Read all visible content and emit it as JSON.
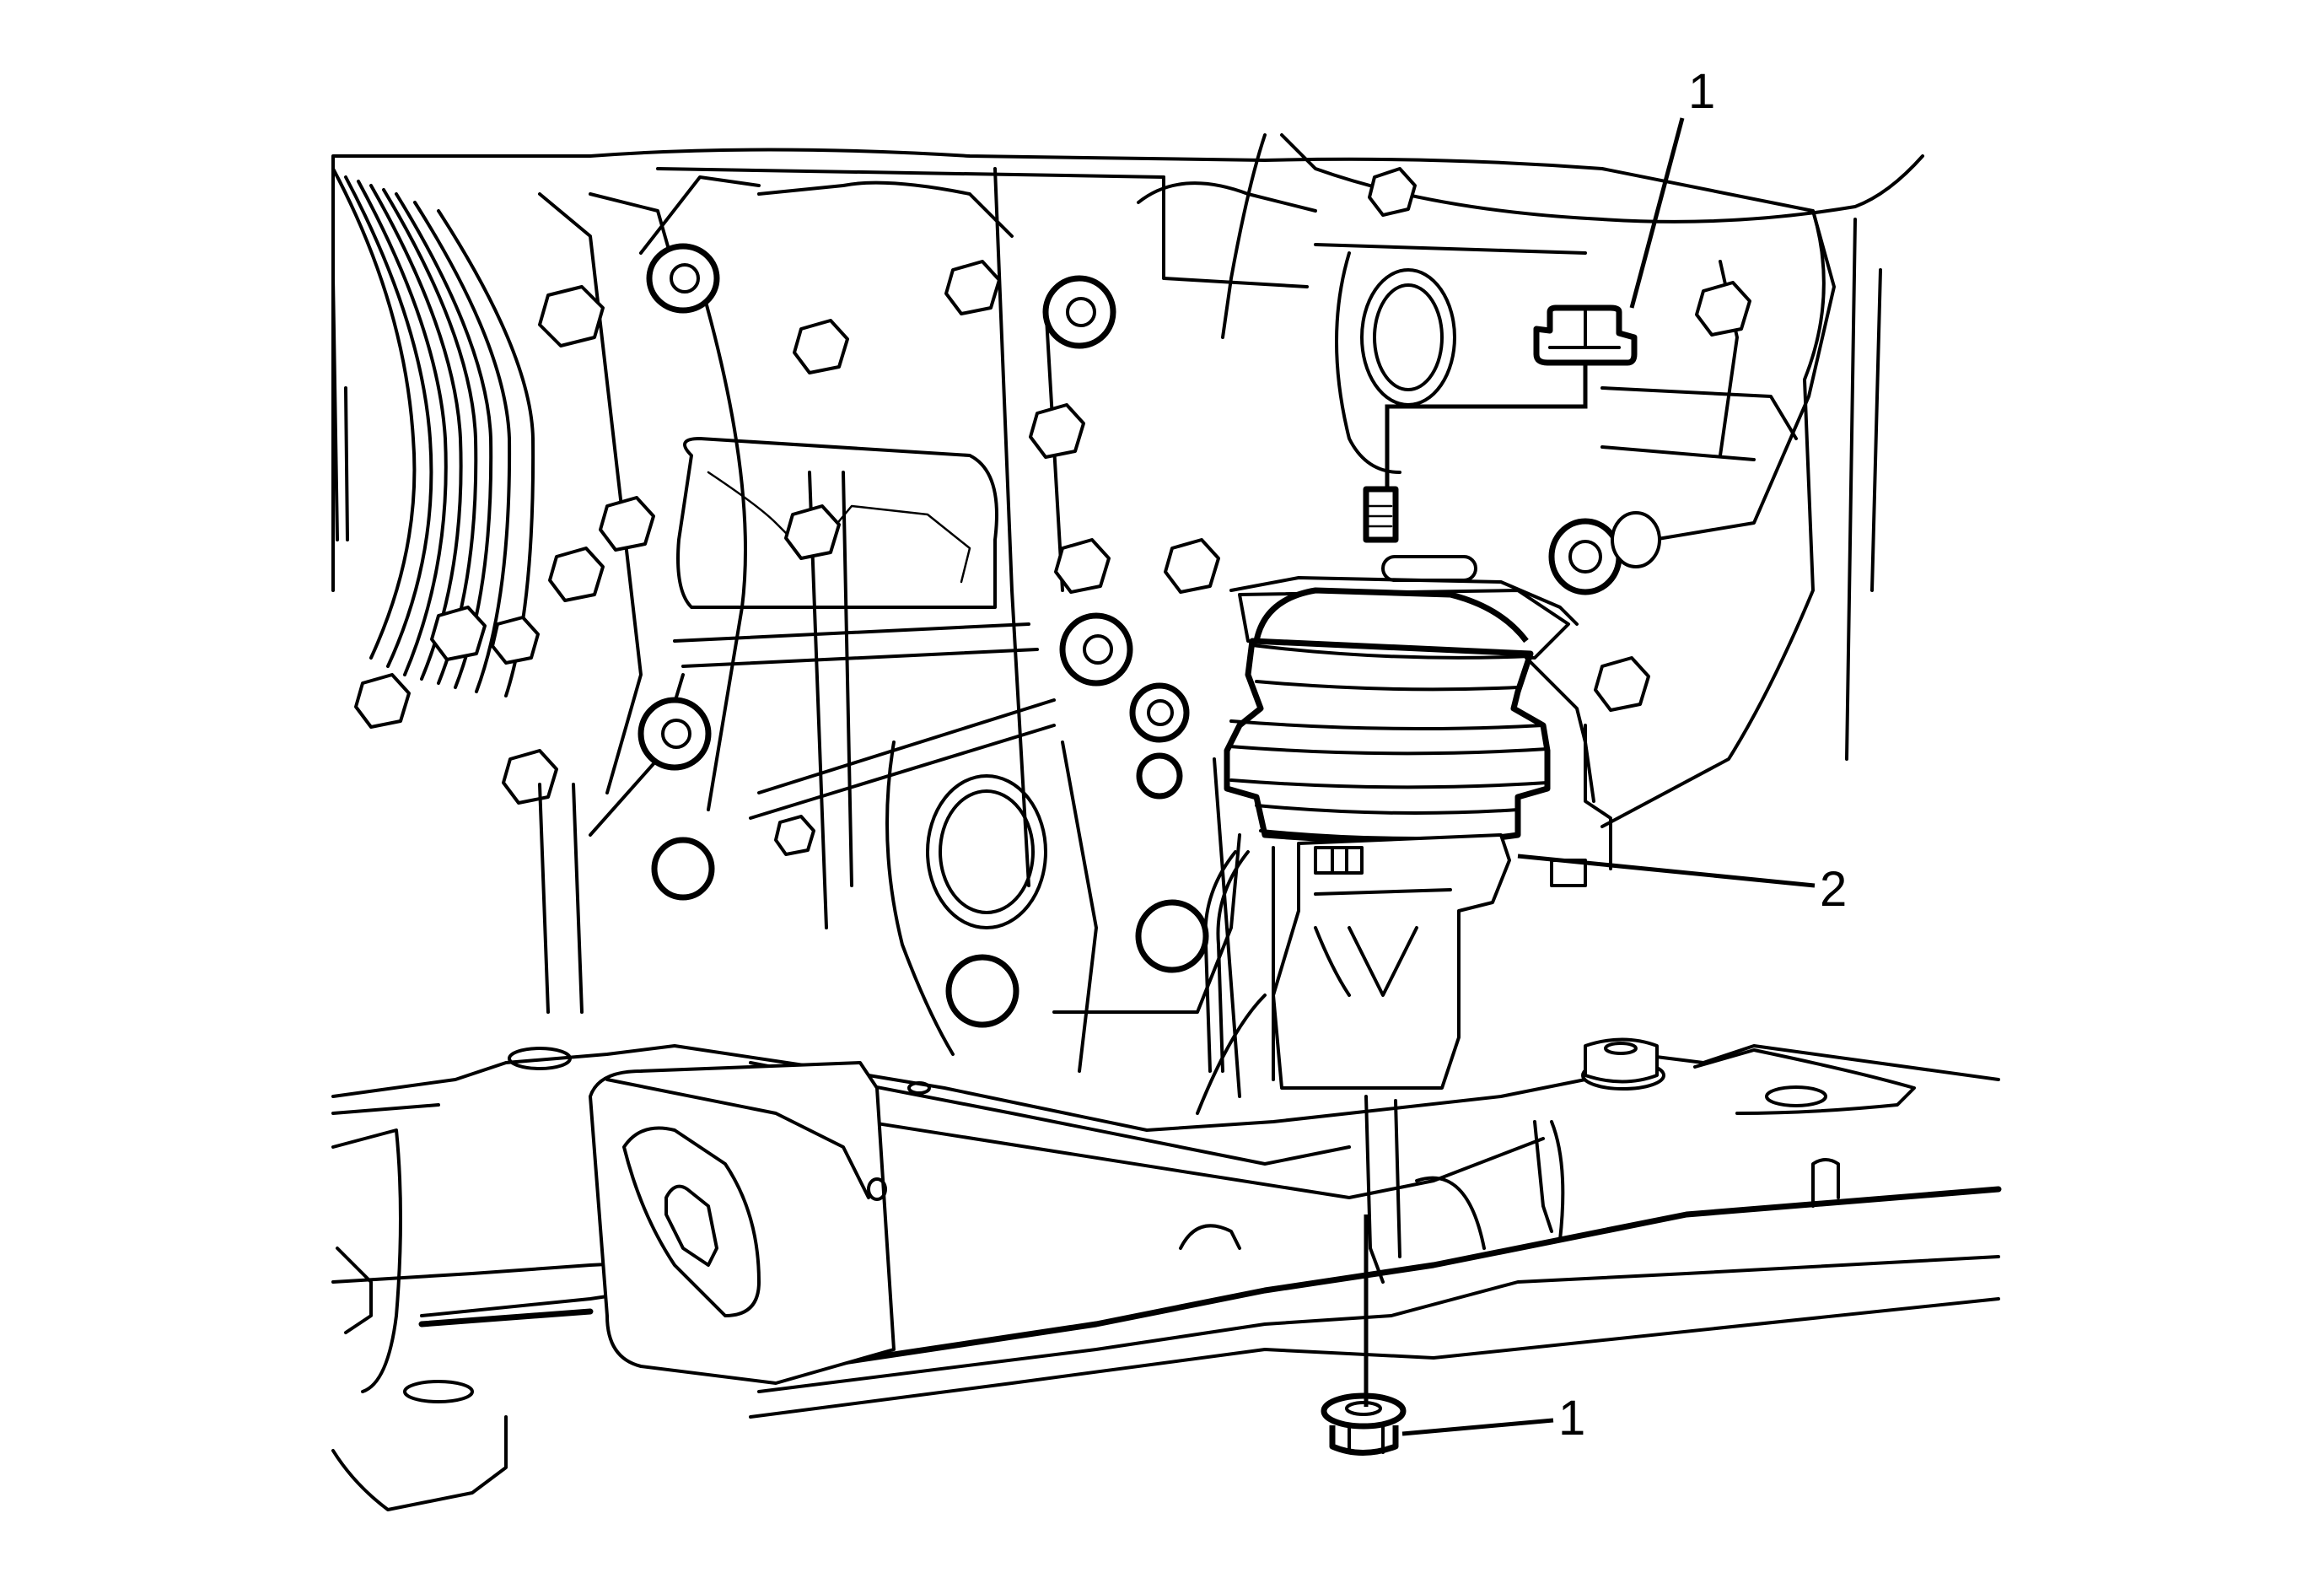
{
  "figure": {
    "subject": "Engine mount and front subframe — line-art service illustration",
    "background_color": "#ffffff",
    "line_color": "#000000"
  },
  "callouts": [
    {
      "id": "callout-top",
      "label": "1",
      "refers_to": "upper mount nut"
    },
    {
      "id": "callout-mid",
      "label": "2",
      "refers_to": "engine mount"
    },
    {
      "id": "callout-bottom",
      "label": "1",
      "refers_to": "lower mount nut"
    }
  ]
}
